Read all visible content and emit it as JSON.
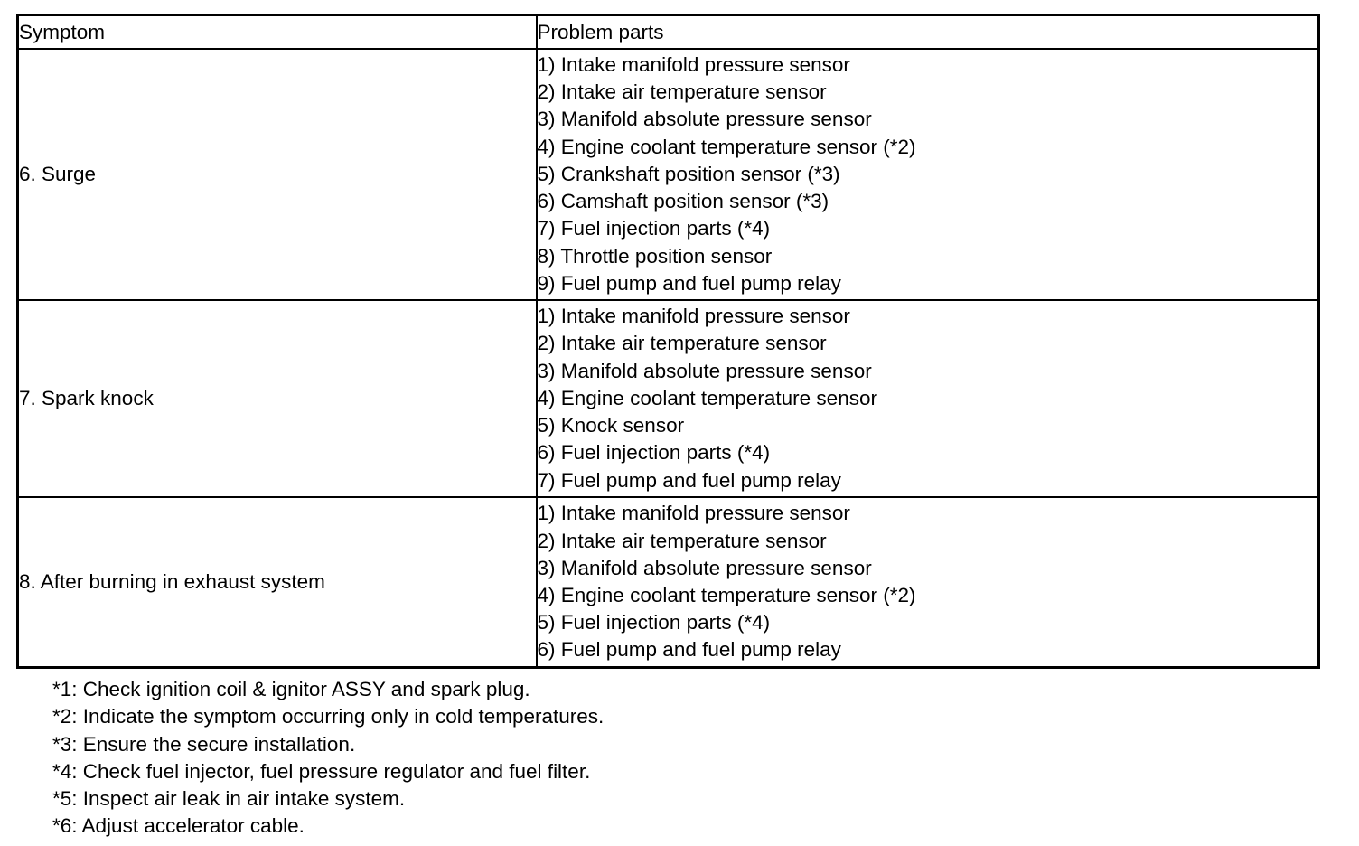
{
  "table": {
    "headers": {
      "symptom": "Symptom",
      "problem_parts": "Problem parts"
    },
    "rows": [
      {
        "symptom": "6. Surge",
        "parts": [
          "1) Intake manifold pressure sensor",
          "2) Intake air temperature sensor",
          "3) Manifold absolute pressure sensor",
          "4) Engine coolant temperature sensor (*2)",
          "5) Crankshaft position sensor (*3)",
          "6) Camshaft position sensor (*3)",
          "7) Fuel injection parts (*4)",
          "8) Throttle position sensor",
          "9) Fuel pump and fuel pump relay"
        ]
      },
      {
        "symptom": "7. Spark knock",
        "parts": [
          "1) Intake manifold pressure sensor",
          "2) Intake air temperature sensor",
          "3) Manifold absolute pressure sensor",
          "4) Engine coolant temperature sensor",
          "5) Knock sensor",
          "6) Fuel injection parts (*4)",
          "7) Fuel pump and fuel pump relay"
        ]
      },
      {
        "symptom": "8. After burning in exhaust system",
        "parts": [
          "1) Intake manifold pressure sensor",
          "2) Intake air temperature sensor",
          "3) Manifold absolute pressure sensor",
          "4) Engine coolant temperature sensor (*2)",
          "5) Fuel injection parts (*4)",
          "6) Fuel pump and fuel pump relay"
        ]
      }
    ]
  },
  "footnotes": [
    "*1: Check ignition coil & ignitor ASSY and spark plug.",
    "*2: Indicate the symptom occurring only in cold temperatures.",
    "*3: Ensure the secure installation.",
    "*4: Check fuel injector, fuel pressure regulator and fuel filter.",
    "*5: Inspect air leak in air intake system.",
    "*6: Adjust accelerator cable."
  ],
  "colors": {
    "text": "#000000",
    "border": "#000000",
    "background": "#ffffff"
  }
}
